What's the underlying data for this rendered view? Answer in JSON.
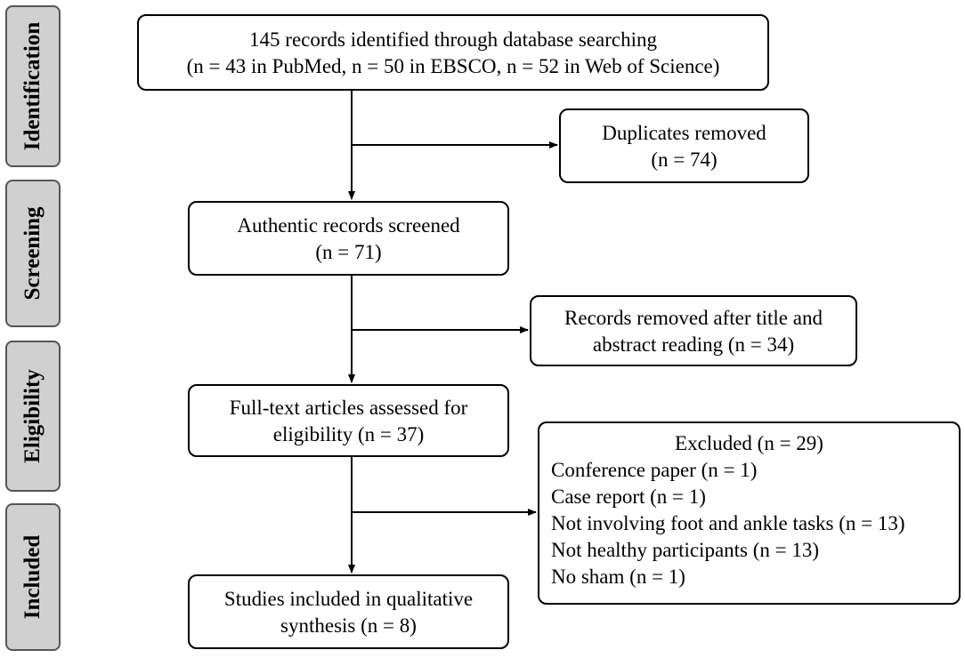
{
  "stages": [
    {
      "id": "identification",
      "label": "Identification"
    },
    {
      "id": "screening",
      "label": "Screening"
    },
    {
      "id": "eligibility",
      "label": "Eligibility"
    },
    {
      "id": "included",
      "label": "Included"
    }
  ],
  "main_boxes": {
    "records_identified": {
      "line1": "145 records identified through database searching",
      "line2": "(n = 43 in PubMed, n = 50 in EBSCO, n = 52 in Web of Science)"
    },
    "records_screened": {
      "line1": "Authentic records screened",
      "line2": "(n = 71)"
    },
    "full_text_assessed": {
      "line1": "Full-text articles assessed for",
      "line2": "eligibility (n = 37)"
    },
    "studies_included": {
      "line1": "Studies included in qualitative",
      "line2": "synthesis (n = 8)"
    }
  },
  "side_boxes": {
    "duplicates_removed": {
      "line1": "Duplicates removed",
      "line2": "(n = 74)"
    },
    "records_removed": {
      "line1": "Records removed after title and",
      "line2": "abstract reading (n = 34)"
    },
    "excluded": {
      "title": "Excluded (n = 29)",
      "items": [
        "Conference paper (n = 1)",
        "Case report (n = 1)",
        "Not involving foot and ankle tasks (n = 13)",
        "Not healthy participants (n = 13)",
        "No sham (n = 1)"
      ]
    }
  }
}
